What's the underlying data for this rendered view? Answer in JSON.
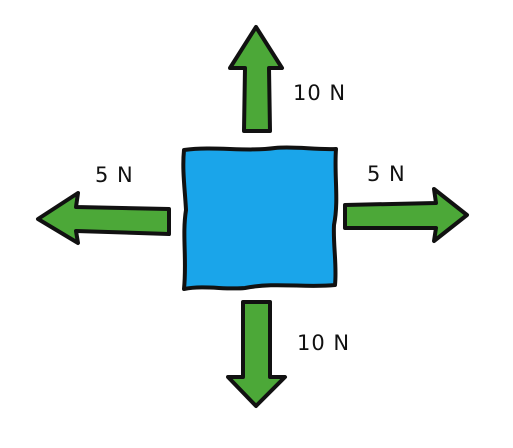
{
  "colors": {
    "box_fill": "#1aa5ea",
    "arrow_fill": "#4ca838",
    "outline": "#111111"
  },
  "forces": {
    "up": {
      "label": "10 N"
    },
    "left": {
      "label": "5 N"
    },
    "right": {
      "label": "5 N"
    },
    "down": {
      "label": "10 N"
    }
  }
}
